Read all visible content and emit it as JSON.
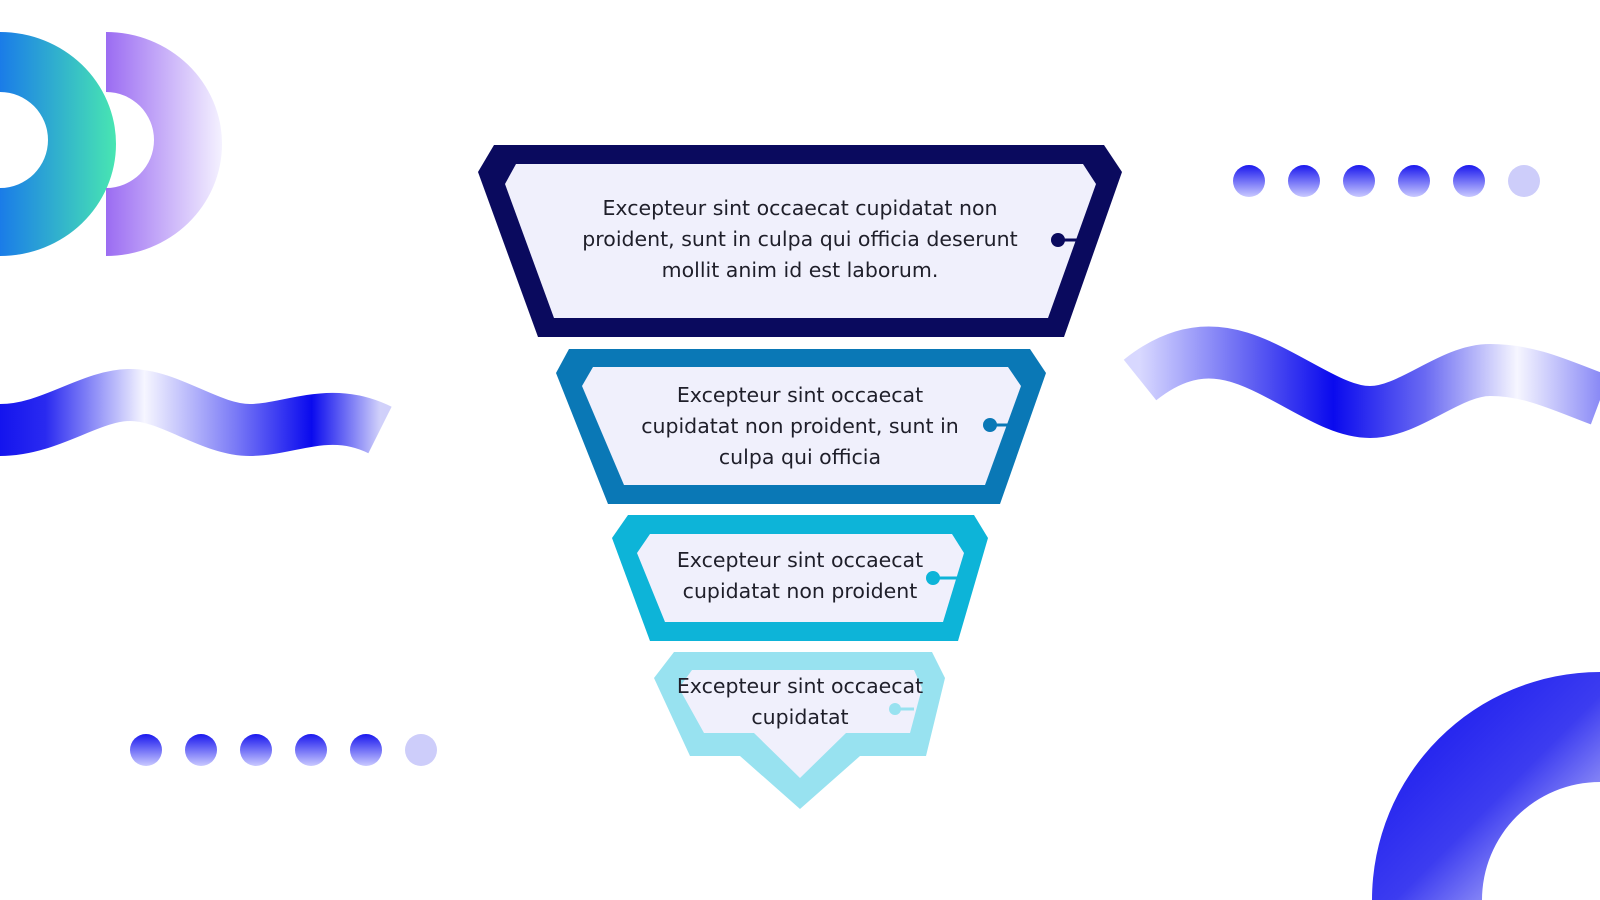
{
  "funnel": {
    "tiers": [
      {
        "text": "Excepteur sint occaecat cupidatat non proident, sunt in culpa qui officia deserunt mollit anim id est laborum.",
        "color": "#0a0a5e"
      },
      {
        "text": "Excepteur sint occaecat cupidatat non proident, sunt in culpa qui officia",
        "color": "#0a78b6"
      },
      {
        "text": "Excepteur sint occaecat cupidatat non proident",
        "color": "#0db4d8"
      },
      {
        "text": "Excepteur sint occaecat cupidatat",
        "color": "#98e2f0"
      }
    ],
    "inner_fill": "#f0f0fc"
  },
  "decor": {
    "accent_blue": "#1010ee",
    "accent_lavender": "#c9c9f5",
    "accent_teal": "#45e3b6",
    "accent_violet": "#9a6cf0"
  }
}
